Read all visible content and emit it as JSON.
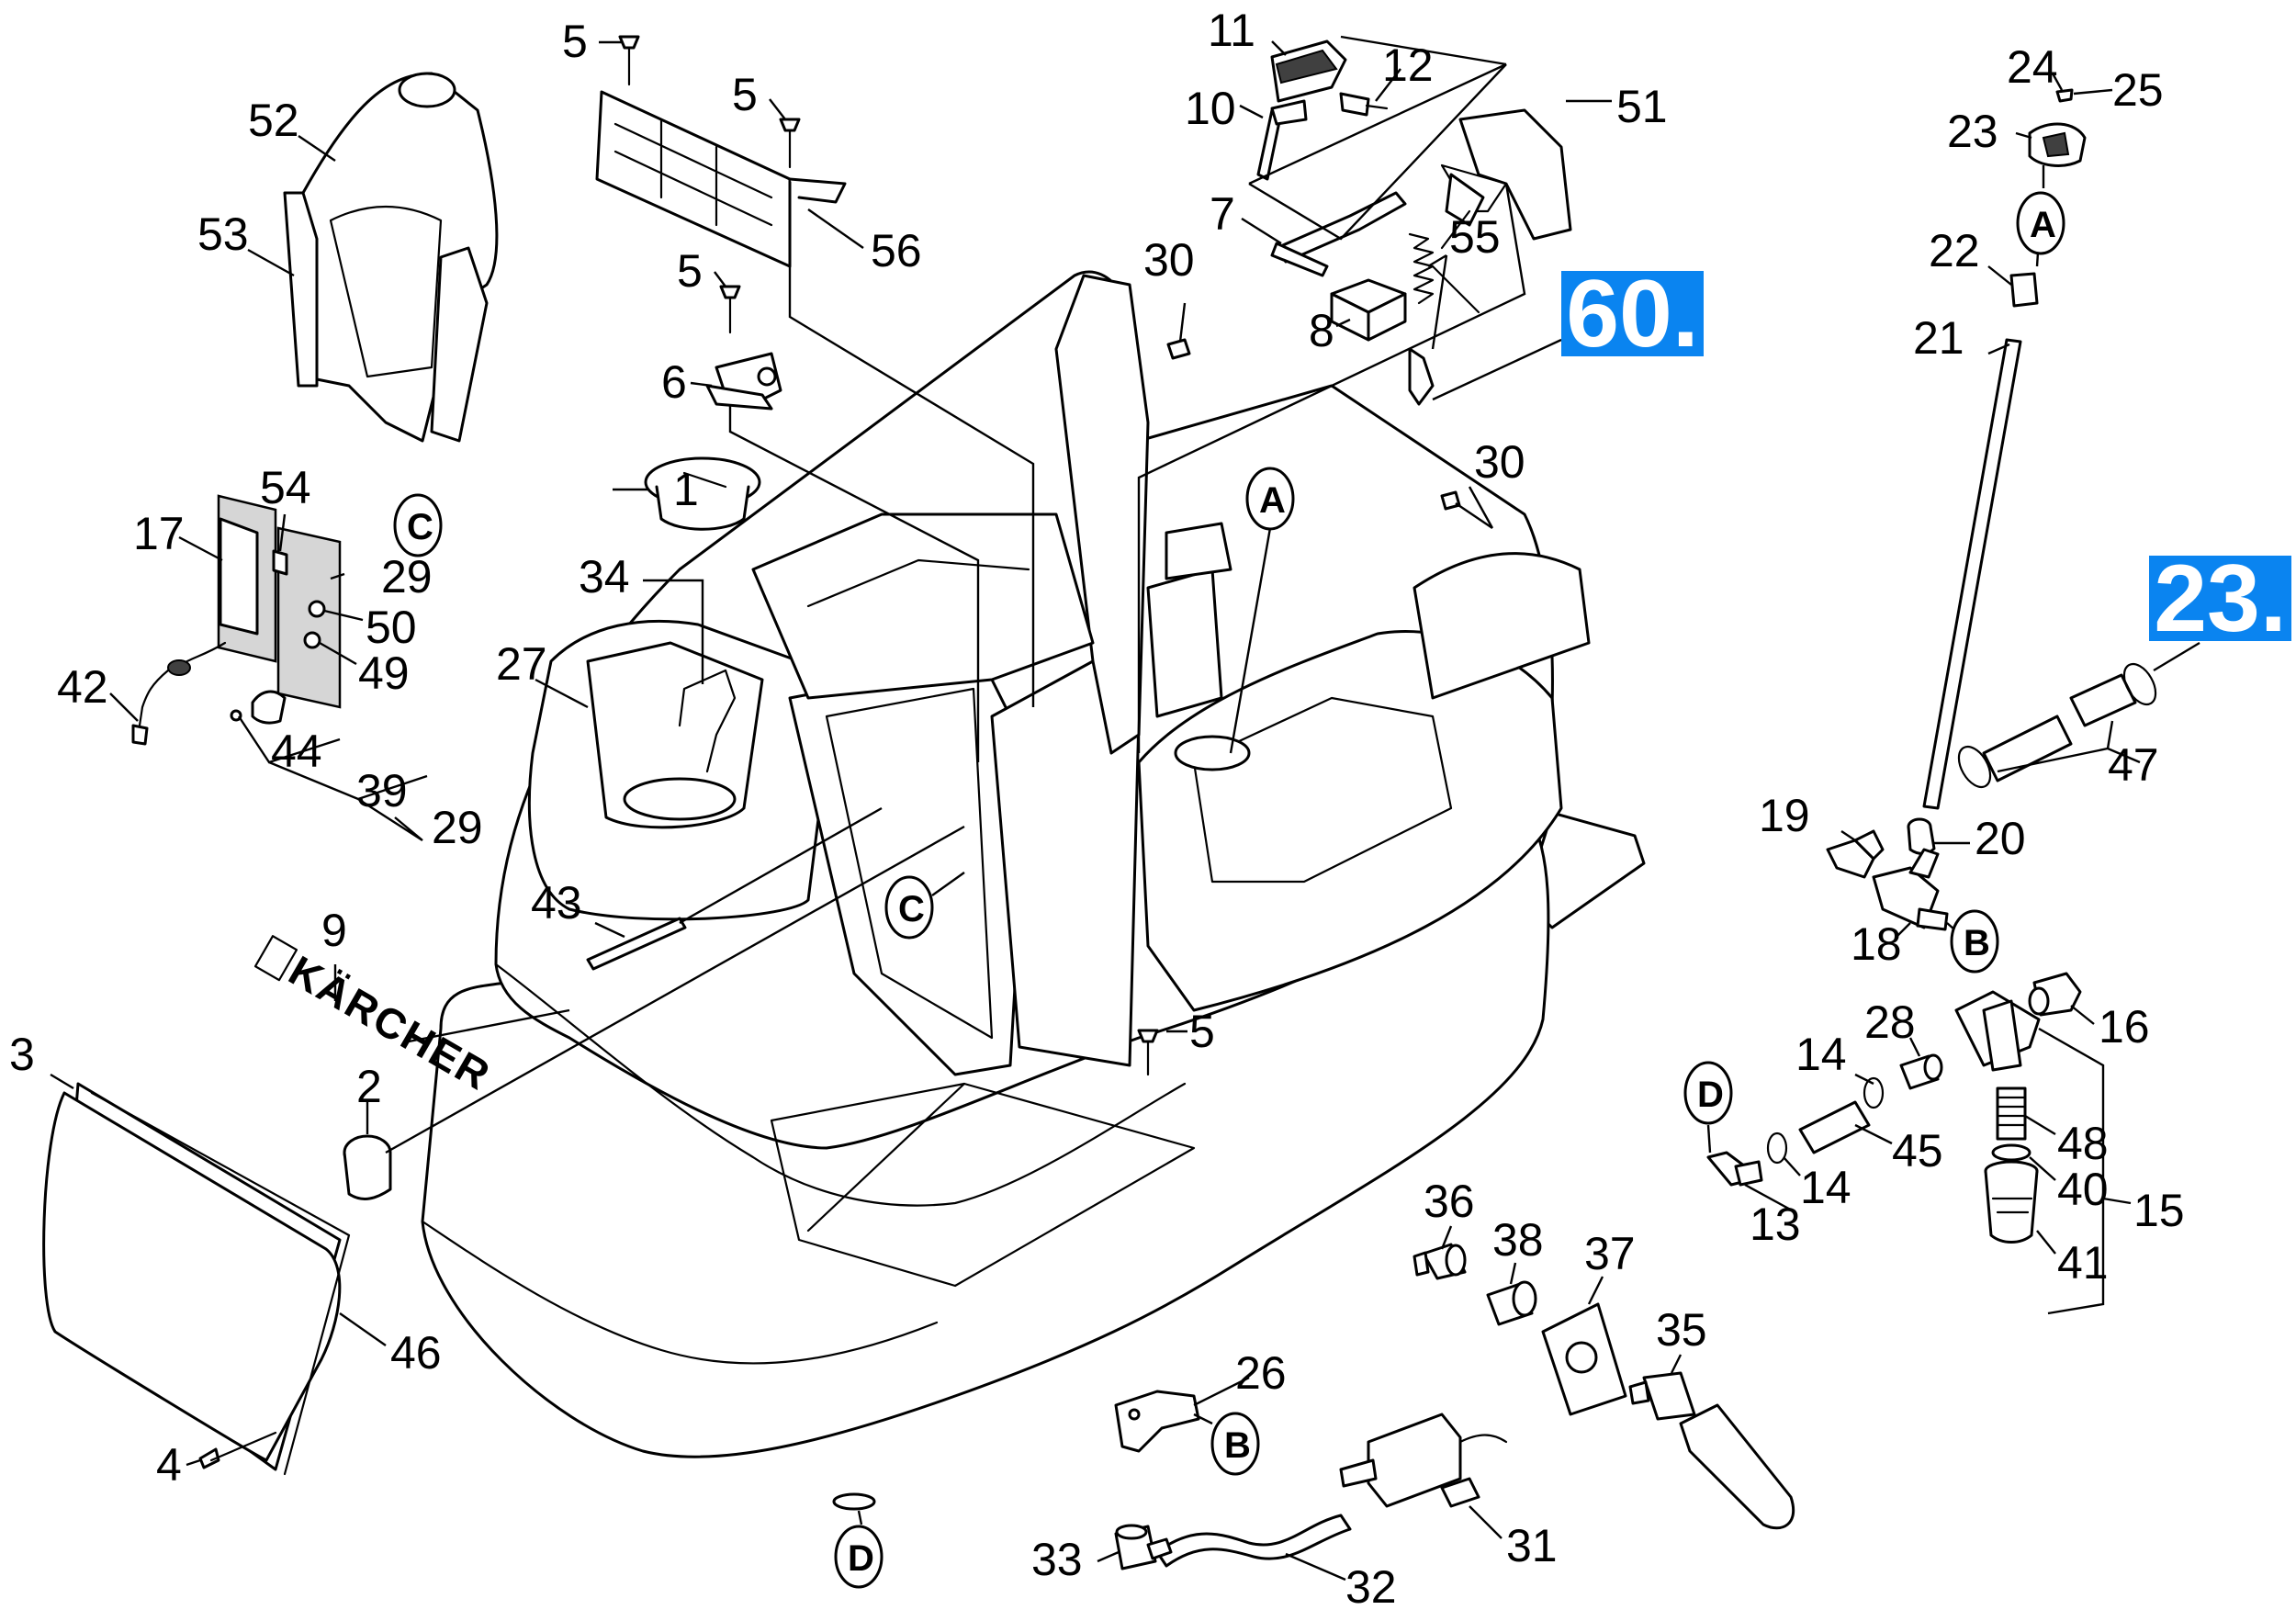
{
  "figure": {
    "brand_logo_text": "KÄRCHER"
  },
  "references": {
    "group_60": "60.",
    "group_23": "23."
  },
  "connectors": [
    "A",
    "B",
    "C",
    "D"
  ],
  "part_numbers": [
    "1",
    "2",
    "3",
    "4",
    "5",
    "6",
    "7",
    "8",
    "9",
    "10",
    "11",
    "12",
    "13",
    "14",
    "15",
    "16",
    "17",
    "18",
    "19",
    "20",
    "21",
    "22",
    "23",
    "24",
    "25",
    "26",
    "27",
    "28",
    "29",
    "30",
    "31",
    "32",
    "33",
    "34",
    "35",
    "36",
    "37",
    "38",
    "39",
    "40",
    "41",
    "42",
    "43",
    "44",
    "45",
    "46",
    "47",
    "48",
    "49",
    "50",
    "51",
    "52",
    "53",
    "54",
    "55",
    "56"
  ],
  "colors": {
    "badge": "#0a84f0",
    "line": "#000000",
    "background": "#ffffff"
  }
}
